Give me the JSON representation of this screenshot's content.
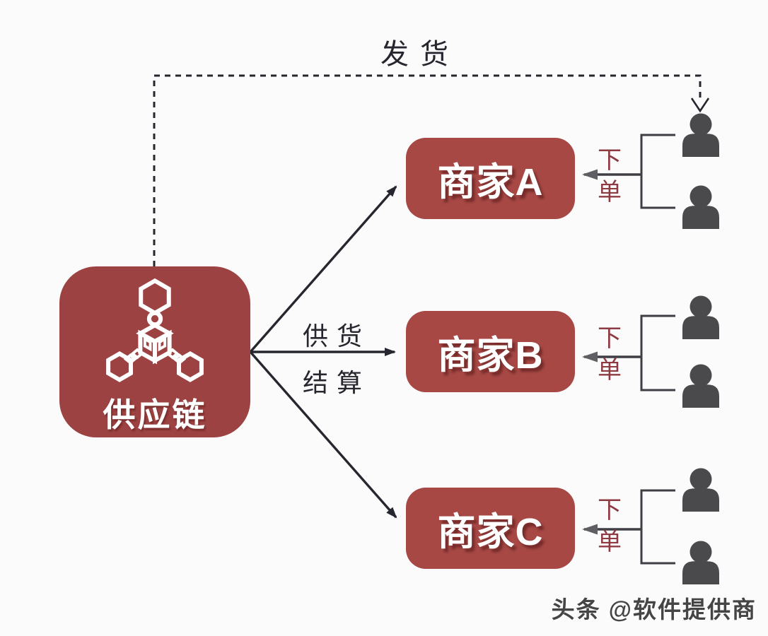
{
  "colors": {
    "bg": "#fbfbfc",
    "supply_box": "#9d4242",
    "merchant_box": "#a74845",
    "ink": "#26262e",
    "gray_line": "#3e3e44",
    "gray_head": "#5f5f63",
    "person": "#4a4a4c",
    "order_red": "#8e3a42",
    "watermark": "#454545"
  },
  "nodes": {
    "supply": {
      "label": "供应链"
    },
    "merchants": [
      {
        "id": "A",
        "label": "商家A"
      },
      {
        "id": "B",
        "label": "商家B"
      },
      {
        "id": "C",
        "label": "商家C"
      }
    ]
  },
  "labels": {
    "ship": "发货",
    "supply": "供货",
    "settle": "结算",
    "order": "下单"
  },
  "watermark": {
    "text": "头条 @软件提供商"
  }
}
